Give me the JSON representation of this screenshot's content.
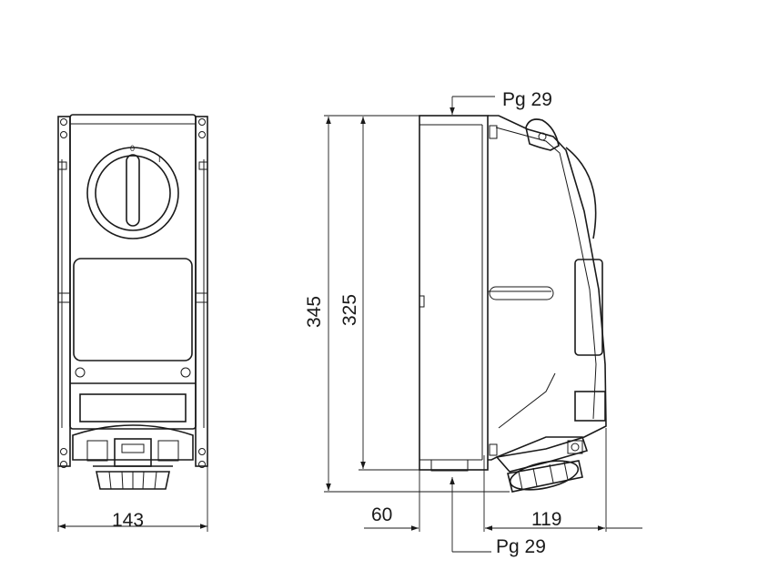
{
  "front_view": {
    "width_label": "143",
    "switch_mark_off": "0",
    "switch_mark_on": "I"
  },
  "side_view": {
    "height_outer_label": "345",
    "height_inner_label": "325",
    "depth_body_label": "60",
    "depth_front_label": "119",
    "gland_top_label": "Pg 29",
    "gland_bottom_label": "Pg 29"
  }
}
